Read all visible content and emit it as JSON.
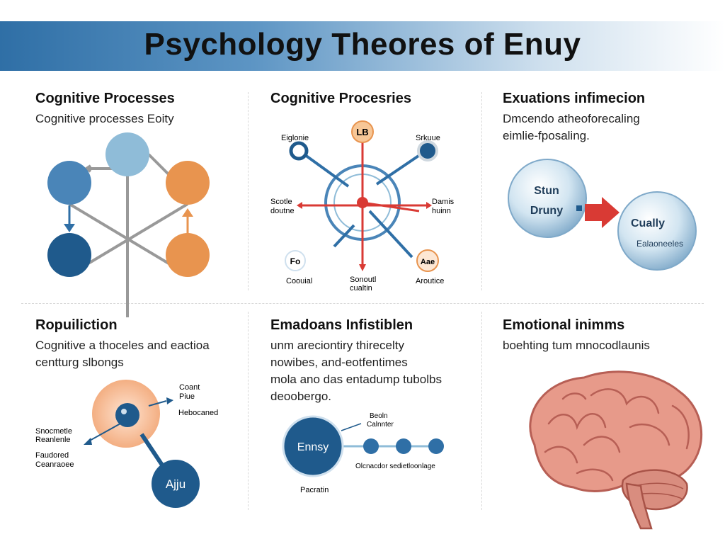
{
  "title": "Psychology Theores of Enuy",
  "panels": [
    {
      "title": "Cognitive Processes",
      "subtitle": "Cognitive processes Eoity"
    },
    {
      "title": "Cognitive Procesries",
      "labels": {
        "top": "LB",
        "top_left": "Eiglonie",
        "top_right": "Srkuue",
        "left_mid": "Scotle\ndoutne",
        "right_mid": "Damis\nhuinn",
        "bottom_left_node": "Fo",
        "bottom_right_node": "Aae",
        "bottom_left": "Coouial",
        "bottom_mid": "Sonoutl\ncualtin",
        "bottom_right": "Aroutice"
      }
    },
    {
      "title": "Exuations infimecion",
      "subtitle": "Dmcendo atheoforecaling\neimlie-fposaling.",
      "sphere_left": [
        "Stun",
        "Druny"
      ],
      "sphere_right": [
        "Cually",
        "Ealaoneeles"
      ]
    },
    {
      "title": "Ropuiliction",
      "subtitle": "Cognitive a thoceles and eactioa\ncentturg slbongs",
      "labels": {
        "top_right": "Coant\nPiue",
        "mid_right": "Hebocaned",
        "left_top": "Snocmetle\nReanlenle",
        "left_bottom": "Faudored\nCeanraoee",
        "node": "Ajju"
      }
    },
    {
      "title": "Emadoans Infistiblen",
      "subtitle": "unm areciontiry thirecelty\nnowibes, and-eotfentimes\nmola ano das entadump tubolbs\ndeoobergo.",
      "labels": {
        "node": "Ennsy",
        "top": "Beoln\nCalnnter",
        "right": "Olcnacdor sedietloonlage",
        "bottom": "Pacratin"
      }
    },
    {
      "title": "Emotional inimms",
      "subtitle": "boehting tum mnocodlaunis"
    }
  ],
  "colors": {
    "blue_dark": "#1f5a8c",
    "blue_mid": "#4a85b8",
    "blue_light": "#8fbcd8",
    "orange": "#e8944f",
    "red": "#d93a34",
    "brain": "#e79a8a"
  }
}
